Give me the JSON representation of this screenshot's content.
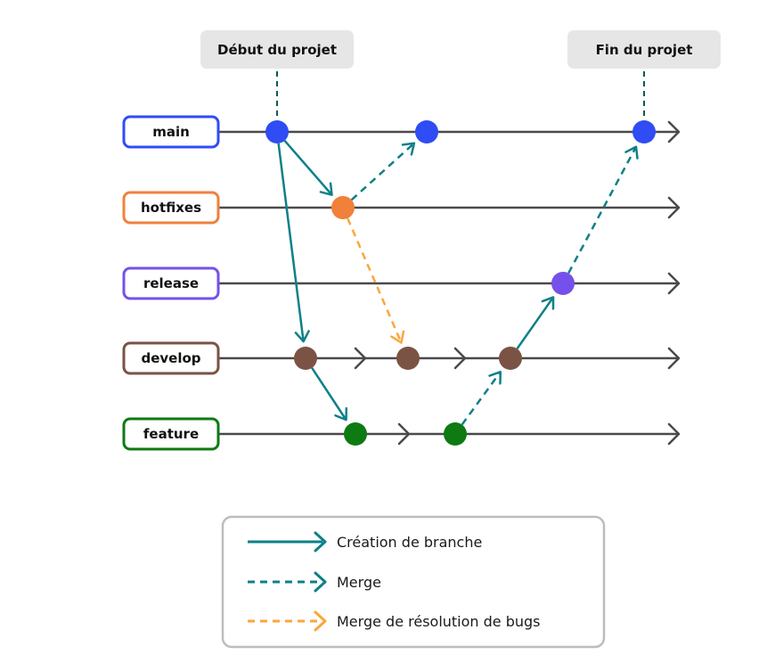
{
  "milestones": [
    {
      "label": "Début du projet",
      "branch": "main",
      "commit_index": 0
    },
    {
      "label": "Fin du projet",
      "branch": "main",
      "commit_index": 2
    }
  ],
  "branches": [
    {
      "id": "main",
      "label": "main",
      "color": "#2f4cf5",
      "node_color": "#2f4cf5"
    },
    {
      "id": "hotfixes",
      "label": "hotfixes",
      "color": "#f0803a",
      "node_color": "#f0803a"
    },
    {
      "id": "release",
      "label": "release",
      "color": "#7650ea",
      "node_color": "#7650ea"
    },
    {
      "id": "develop",
      "label": "develop",
      "color": "#7a5344",
      "node_color": "#7a5344"
    },
    {
      "id": "feature",
      "label": "feature",
      "color": "#0d7a12",
      "node_color": "#0d7a12"
    }
  ],
  "commits": [
    {
      "branch": "main",
      "step": 0
    },
    {
      "branch": "main",
      "step": 2
    },
    {
      "branch": "main",
      "step": 5
    },
    {
      "branch": "hotfixes",
      "step": 1
    },
    {
      "branch": "release",
      "step": 4
    },
    {
      "branch": "develop",
      "step": 0.5
    },
    {
      "branch": "develop",
      "step": 2.5
    },
    {
      "branch": "develop",
      "step": 3.5
    },
    {
      "branch": "feature",
      "step": 1.25
    },
    {
      "branch": "feature",
      "step": 2.25
    }
  ],
  "flow_chevrons": [
    {
      "branch": "develop",
      "step": 1.5
    },
    {
      "branch": "develop",
      "step": 3.0
    },
    {
      "branch": "feature",
      "step": 1.75
    }
  ],
  "connections": [
    {
      "from": {
        "branch": "main",
        "step": 0
      },
      "to": {
        "branch": "hotfixes",
        "step": 1
      },
      "type": "creation"
    },
    {
      "from": {
        "branch": "main",
        "step": 0
      },
      "to": {
        "branch": "develop",
        "step": 0.5
      },
      "type": "creation"
    },
    {
      "from": {
        "branch": "hotfixes",
        "step": 1
      },
      "to": {
        "branch": "main",
        "step": 2
      },
      "type": "merge"
    },
    {
      "from": {
        "branch": "hotfixes",
        "step": 1
      },
      "to": {
        "branch": "develop",
        "step": 2.5
      },
      "type": "bugfix"
    },
    {
      "from": {
        "branch": "develop",
        "step": 0.5
      },
      "to": {
        "branch": "feature",
        "step": 1.25
      },
      "type": "creation"
    },
    {
      "from": {
        "branch": "feature",
        "step": 2.25
      },
      "to": {
        "branch": "develop",
        "step": 3.5
      },
      "type": "merge"
    },
    {
      "from": {
        "branch": "develop",
        "step": 3.5
      },
      "to": {
        "branch": "release",
        "step": 4
      },
      "type": "creation"
    },
    {
      "from": {
        "branch": "release",
        "step": 4
      },
      "to": {
        "branch": "main",
        "step": 5
      },
      "type": "merge"
    }
  ],
  "legend": {
    "items": [
      {
        "type": "creation",
        "label": "Création de branche",
        "color": "#0e8088",
        "dashed": false
      },
      {
        "type": "merge",
        "label": "Merge",
        "color": "#0e8088",
        "dashed": true
      },
      {
        "type": "bugfix",
        "label": "Merge de résolution de bugs",
        "color": "#fba63c",
        "dashed": true
      }
    ]
  },
  "colors": {
    "timeline": "#4a4a4a",
    "creation": "#0e8088",
    "merge": "#0e8088",
    "bugfix": "#fba63c",
    "milestone_bg": "#e6e6e6",
    "milestone_connector": "#0e5a55",
    "legend_border": "#bdbdbd"
  }
}
